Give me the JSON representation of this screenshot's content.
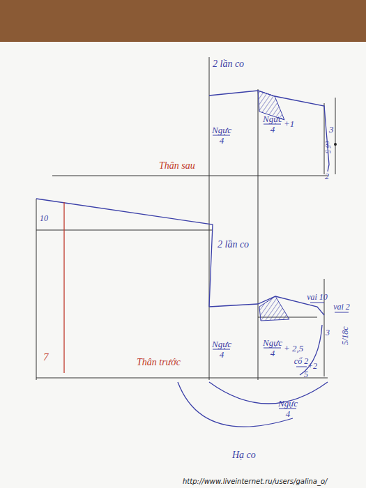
{
  "diagram": {
    "labels": [
      "2 lần co",
      "Ngực 4",
      "Ngực 4",
      "+1",
      "3",
      "cổ 5",
      "2",
      "Thân sau",
      "10",
      "2 lần co",
      "Ngực 4",
      "Ngực 4",
      "+ 2,5",
      "vai 10",
      "vai 2",
      "3",
      "cổ 2",
      "+2",
      "5",
      "5/18c",
      "7",
      "Thân trước",
      "Ngực 4",
      "Hạ co",
      "http://www.liveinternet.ru/users/galina_o/"
    ]
  }
}
